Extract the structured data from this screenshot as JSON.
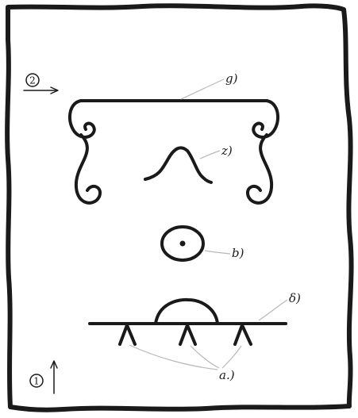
{
  "sheet": {
    "paper_color": "#ffffff",
    "ink_color": "#1a1a1a",
    "leader_color": "#b8b8b8"
  },
  "markers": {
    "marker_2": {
      "number": "2",
      "arrow": "arrow-right-icon"
    },
    "marker_1": {
      "number": "1",
      "arrow": "arrow-up-icon"
    }
  },
  "labels": {
    "d": "g)",
    "g": "z)",
    "v": "b)",
    "b": "δ)",
    "a": "a.)"
  }
}
